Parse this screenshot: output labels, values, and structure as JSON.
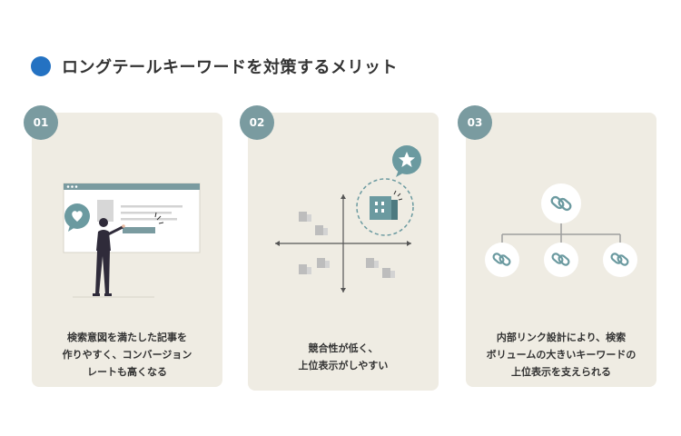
{
  "header": {
    "title": "ロングテールキーワードを対策するメリット",
    "dot_color": "#2472c2"
  },
  "cards": [
    {
      "number": "01",
      "lines": [
        "検索意図を満たした記事を",
        "作りやすく、コンバージョン",
        "レートも高くなる"
      ],
      "icons": [
        "browser-window-icon",
        "heart-bubble-icon",
        "person-pointing-icon"
      ]
    },
    {
      "number": "02",
      "lines": [
        "競合性が低く、",
        "上位表示がしやすい"
      ],
      "icons": [
        "star-bubble-icon",
        "building-icon",
        "positioning-map-icon"
      ]
    },
    {
      "number": "03",
      "lines": [
        "内部リンク設計により、検索",
        "ボリュームの大きいキーワードの",
        "上位表示を支えられる"
      ],
      "icons": [
        "link-icon",
        "link-tree-icon"
      ]
    }
  ],
  "colors": {
    "card_bg": "#efece3",
    "badge": "#7a9ba0",
    "accent": "#6b9aa0"
  }
}
